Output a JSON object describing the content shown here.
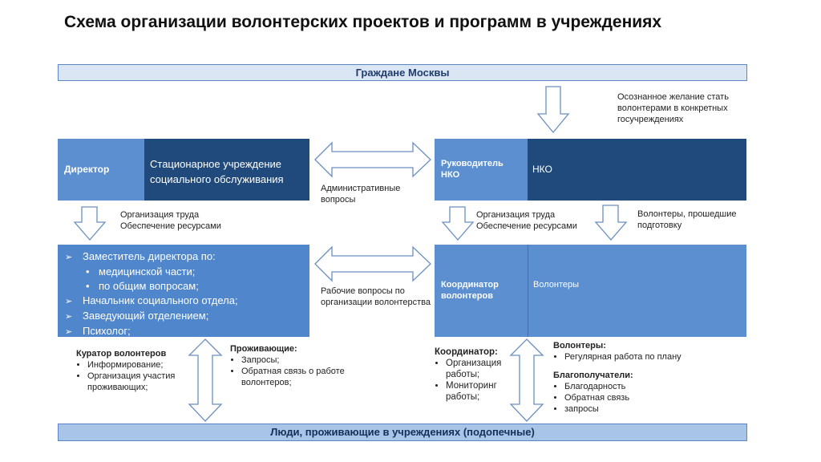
{
  "title": "Схема организации волонтерских проектов и программ в учреждениях",
  "top_bar": "Граждане  Москвы",
  "bottom_bar": "Люди, проживающие в учреждениях (подопечные)",
  "motivation": [
    "Осознанное желание стать",
    "волонтерами в конкретных",
    "госучреждениях"
  ],
  "director": {
    "label": "Директор",
    "institution": [
      "Стационарное учреждение",
      "социального обслуживания"
    ]
  },
  "nko": {
    "head": [
      "Руководитель",
      "НКО"
    ],
    "name": "НКО"
  },
  "admin_issues": [
    "Административные",
    "вопросы"
  ],
  "work_org_left": [
    "Организация труда",
    "Обеспечение ресурсами"
  ],
  "work_org_right": [
    "Организация труда",
    "Обеспечение ресурсами"
  ],
  "trained_volunteers": [
    "Волонтеры, прошедшие",
    "подготовку"
  ],
  "deputy": {
    "items": [
      {
        "marker": "➢",
        "text": "Заместитель директора по:"
      },
      {
        "marker": "•",
        "text": "медицинской части;",
        "sub": true
      },
      {
        "marker": "•",
        "text": "по общим вопросам;",
        "sub": true
      },
      {
        "marker": "➢",
        "text": "Начальник социального отдела;"
      },
      {
        "marker": "➢",
        "text": "Заведующий отделением;"
      },
      {
        "marker": "➢",
        "text": "Психолог;"
      }
    ]
  },
  "work_issues": [
    "Рабочие вопросы по",
    "организации волонтерства"
  ],
  "coordinator_box": [
    "Координатор",
    "волонтеров"
  ],
  "volunteers_box": "Волонтеры",
  "curator": {
    "title": "Куратор волонтеров",
    "items": [
      "Информирование;",
      "Организация участия проживающих;"
    ]
  },
  "residents": {
    "title": "Проживающие:",
    "items": [
      "Запросы;",
      "Обратная связь о работе волонтеров;"
    ]
  },
  "coordinator_notes": {
    "title": "Координатор:",
    "items": [
      "Организация работы;",
      "Мониторинг работы;"
    ]
  },
  "volunteer_notes": {
    "title": "Волонтеры:",
    "items": [
      "Регулярная работа по плану"
    ]
  },
  "beneficiaries": {
    "title": "Благополучатели:",
    "items": [
      "Благодарность",
      "Обратная связь",
      "запросы"
    ]
  },
  "colors": {
    "bar_fill": "#dbe6f4",
    "box_light": "#5b8fd0",
    "box_dark": "#1f4a7b",
    "arrow_stroke": "#6b8fbf"
  }
}
